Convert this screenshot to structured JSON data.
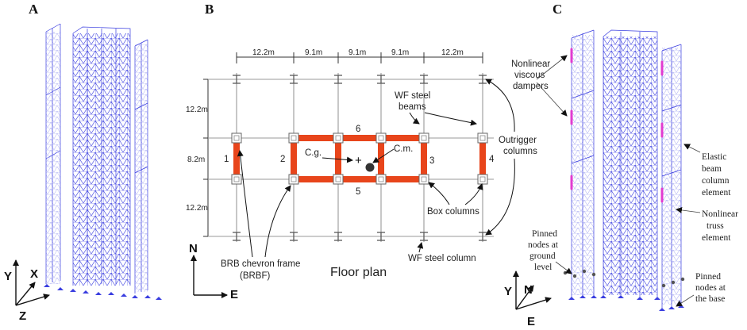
{
  "panels": {
    "a": "A",
    "b": "B",
    "c": "C"
  },
  "panel_a": {
    "axis_y": "Y",
    "axis_x": "X",
    "axis_z": "Z"
  },
  "panel_b": {
    "dims_top": [
      "12.2m",
      "9.1m",
      "9.1m",
      "9.1m",
      "12.2m"
    ],
    "dims_left": [
      "12.2m",
      "8.2m",
      "12.2m"
    ],
    "frame_numbers": [
      "1",
      "2",
      "3",
      "4",
      "5",
      "6"
    ],
    "cg_label": "C.g.",
    "cm_label": "C.m.",
    "wf_beams_label": [
      "WF steel",
      "beams"
    ],
    "dampers_label": [
      "Nonlinear",
      "viscous",
      "dampers"
    ],
    "outrigger_label": [
      "Outrigger",
      "columns"
    ],
    "box_columns_label": "Box columns",
    "wf_column_label": "WF steel column",
    "brb_label": [
      "BRB chevron frame",
      "(BRBF)"
    ],
    "floor_plan_label": "Floor plan",
    "compass_n": "N",
    "compass_e": "E"
  },
  "panel_c": {
    "elastic_label": [
      "Elastic",
      "beam",
      "column",
      "element"
    ],
    "truss_label": [
      "Nonlinear",
      "truss",
      "element"
    ],
    "pinned_ground_label": [
      "Pinned",
      "nodes at",
      "ground",
      "level"
    ],
    "pinned_base_label": [
      "Pinned",
      "nodes at",
      "the base"
    ],
    "axis_y": "Y",
    "axis_n": "N",
    "axis_e": "E"
  },
  "colors": {
    "frame_blue": "#3a3ee0",
    "brace_red": "#e8451b",
    "damper_magenta": "#e23bd0",
    "grid_gray": "#999999"
  }
}
